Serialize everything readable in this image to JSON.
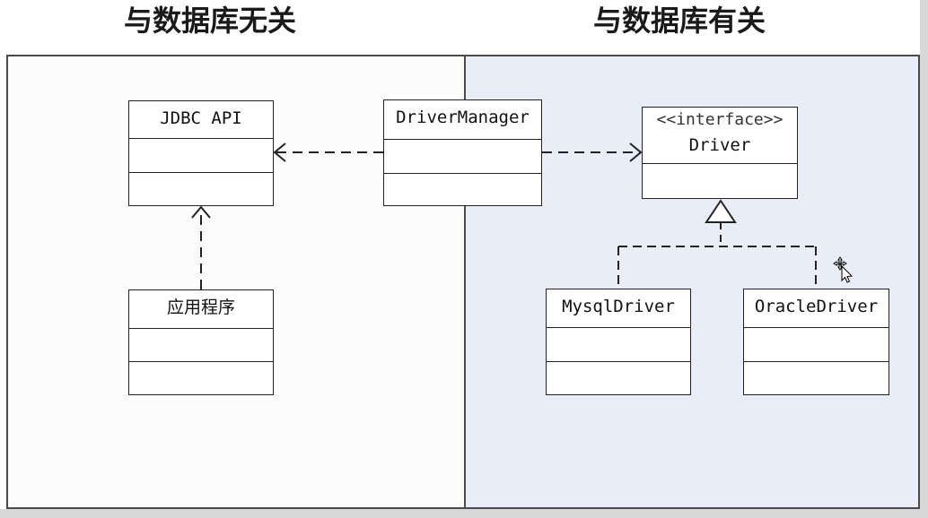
{
  "headings": {
    "left": "与数据库无关",
    "right": "与数据库有关"
  },
  "classes": {
    "jdbc_api": "JDBC API",
    "app": "应用程序",
    "driver_manager": "DriverManager",
    "driver_stereotype": "<<interface>>",
    "driver_name": "Driver",
    "mysql_driver": "MysqlDriver",
    "oracle_driver": "OracleDriver"
  },
  "colors": {
    "right_panel_bg": "#e9edf7",
    "line": "#222222"
  }
}
